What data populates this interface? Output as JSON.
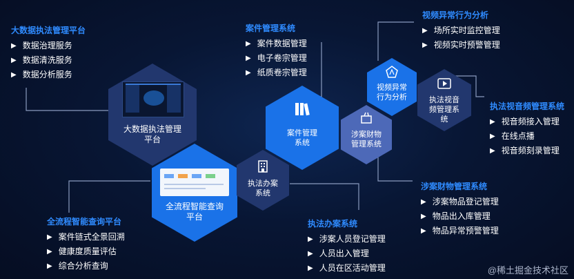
{
  "hexagons": {
    "big_data": {
      "label_line1": "大数据执法管理",
      "label_line2": "平台"
    },
    "case_mgmt": {
      "label_line1": "案件管理",
      "label_line2": "系统"
    },
    "video_anomaly": {
      "label_line1": "视频异常",
      "label_line2": "行为分析"
    },
    "property": {
      "label_line1": "涉案财物",
      "label_line2": "管理系统"
    },
    "av_mgmt": {
      "label_line1": "执法视音",
      "label_line2": "频管理系",
      "label_line3": "统"
    },
    "workflow": {
      "label_line1": "全流程智能查询",
      "label_line2": "平台"
    },
    "case_handling": {
      "label_line1": "执法办案",
      "label_line2": "系统"
    }
  },
  "blocks": {
    "big_data": {
      "title": "大数据执法管理平台",
      "items": [
        "数据治理服务",
        "数据清洗服务",
        "数据分析服务"
      ]
    },
    "case_mgmt": {
      "title": "案件管理系统",
      "items": [
        "案件数据管理",
        "电子卷宗管理",
        "纸质卷宗管理"
      ]
    },
    "video_anomaly": {
      "title": "视频异常行为分析",
      "items": [
        "场所实时监控管理",
        "视频实时预警管理"
      ]
    },
    "av_mgmt": {
      "title": "执法视音频管理系统",
      "items": [
        "视音频接入管理",
        "在线点播",
        "视音频刻录管理"
      ]
    },
    "property": {
      "title": "涉案财物管理系统",
      "items": [
        "涉案物品登记管理",
        "物品出入库管理",
        "物品异常预警管理"
      ]
    },
    "workflow": {
      "title": "全流程智能查询平台",
      "items": [
        "案件链式全景回溯",
        "健康度质量评估",
        "综合分析查询"
      ]
    },
    "case_handling": {
      "title": "执法办案系统",
      "items": [
        "涉案人员登记管理",
        "人员出入管理",
        "人员在区活动管理"
      ]
    }
  },
  "watermark": "@稀土掘金技术社区",
  "colors": {
    "title_blue": "#2f8bff",
    "hex_blue": "#1a72e8",
    "hex_navy": "#22376e",
    "line": "#8a9bbf"
  }
}
